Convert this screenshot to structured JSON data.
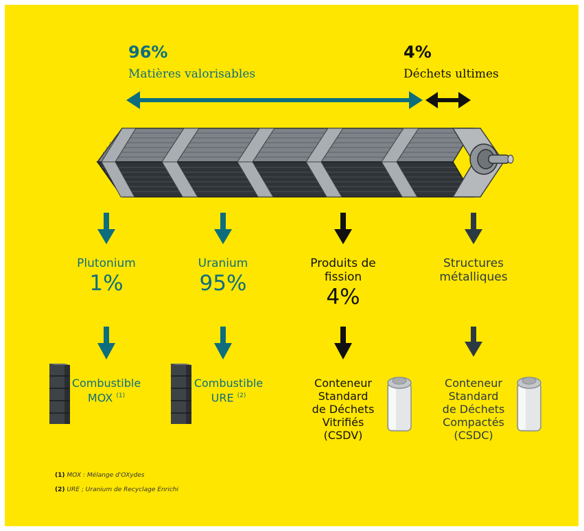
{
  "header": {
    "left_pct": "96%",
    "left_label": "Matières valorisables",
    "right_pct": "4%",
    "right_label": "Déchets ultimes"
  },
  "columns": [
    {
      "name": "Plutonium",
      "percent": "1%",
      "product_line1": "Combustible",
      "product_line2": "MOX",
      "product_note": "(1)"
    },
    {
      "name": "Uranium",
      "percent": "95%",
      "product_line1": "Combustible",
      "product_line2": "URE",
      "product_note": "(2)"
    },
    {
      "name_line1": "Produits de",
      "name_line2": "fission",
      "percent": "4%",
      "product_lines": [
        "Conteneur",
        "Standard",
        "de Déchets",
        "Vitrifiés",
        "(CSDV)"
      ]
    },
    {
      "name_line1": "Structures",
      "name_line2": "métalliques",
      "product_lines": [
        "Conteneur",
        "Standard",
        "de Déchets",
        "Compactés",
        "(CSDC)"
      ]
    }
  ],
  "footnotes": [
    {
      "num": "(1)",
      "text": "MOX : Mélange d'OXydes"
    },
    {
      "num": "(2)",
      "text": "URE ;  Uranium de Recyclage Enrichi"
    }
  ],
  "colors": {
    "background": "#FFE600",
    "teal": "#0E6E7E",
    "black": "#111111",
    "dark_arrow": "#2B3A42"
  }
}
